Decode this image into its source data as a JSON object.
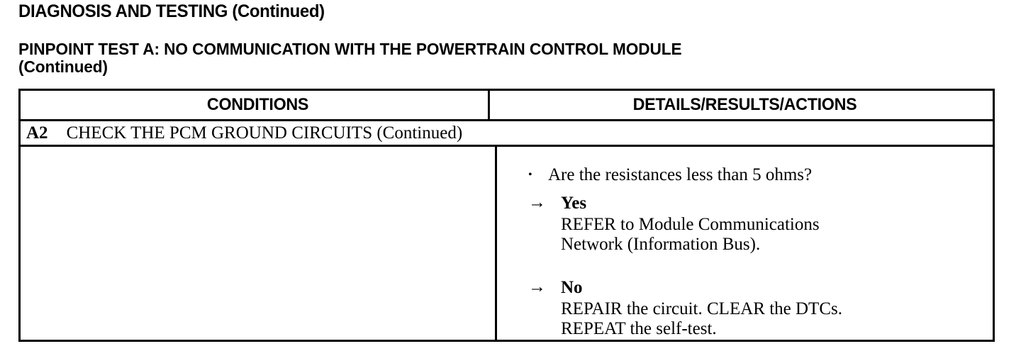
{
  "document": {
    "section_title": "DIAGNOSIS AND TESTING (Continued)",
    "test_title_line1": "PINPOINT TEST A: NO COMMUNICATION WITH THE POWERTRAIN CONTROL MODULE",
    "test_title_line2": "(Continued)"
  },
  "table": {
    "columns": {
      "conditions": "CONDITIONS",
      "details": "DETAILS/RESULTS/ACTIONS"
    },
    "step": {
      "code": "A2",
      "title": "CHECK THE PCM GROUND CIRCUITS (Continued)"
    },
    "conditions_cell": {
      "text": ""
    },
    "details_cell": {
      "question_marker": "•",
      "question": "Are the resistances less than 5 ohms?",
      "branches": [
        {
          "marker": "→",
          "label": "Yes",
          "lines": [
            "REFER to Module Communications",
            "Network (Information Bus)."
          ]
        },
        {
          "marker": "→",
          "label": "No",
          "lines": [
            "REPAIR the circuit. CLEAR the DTCs.",
            "REPEAT the self-test."
          ]
        }
      ]
    }
  }
}
